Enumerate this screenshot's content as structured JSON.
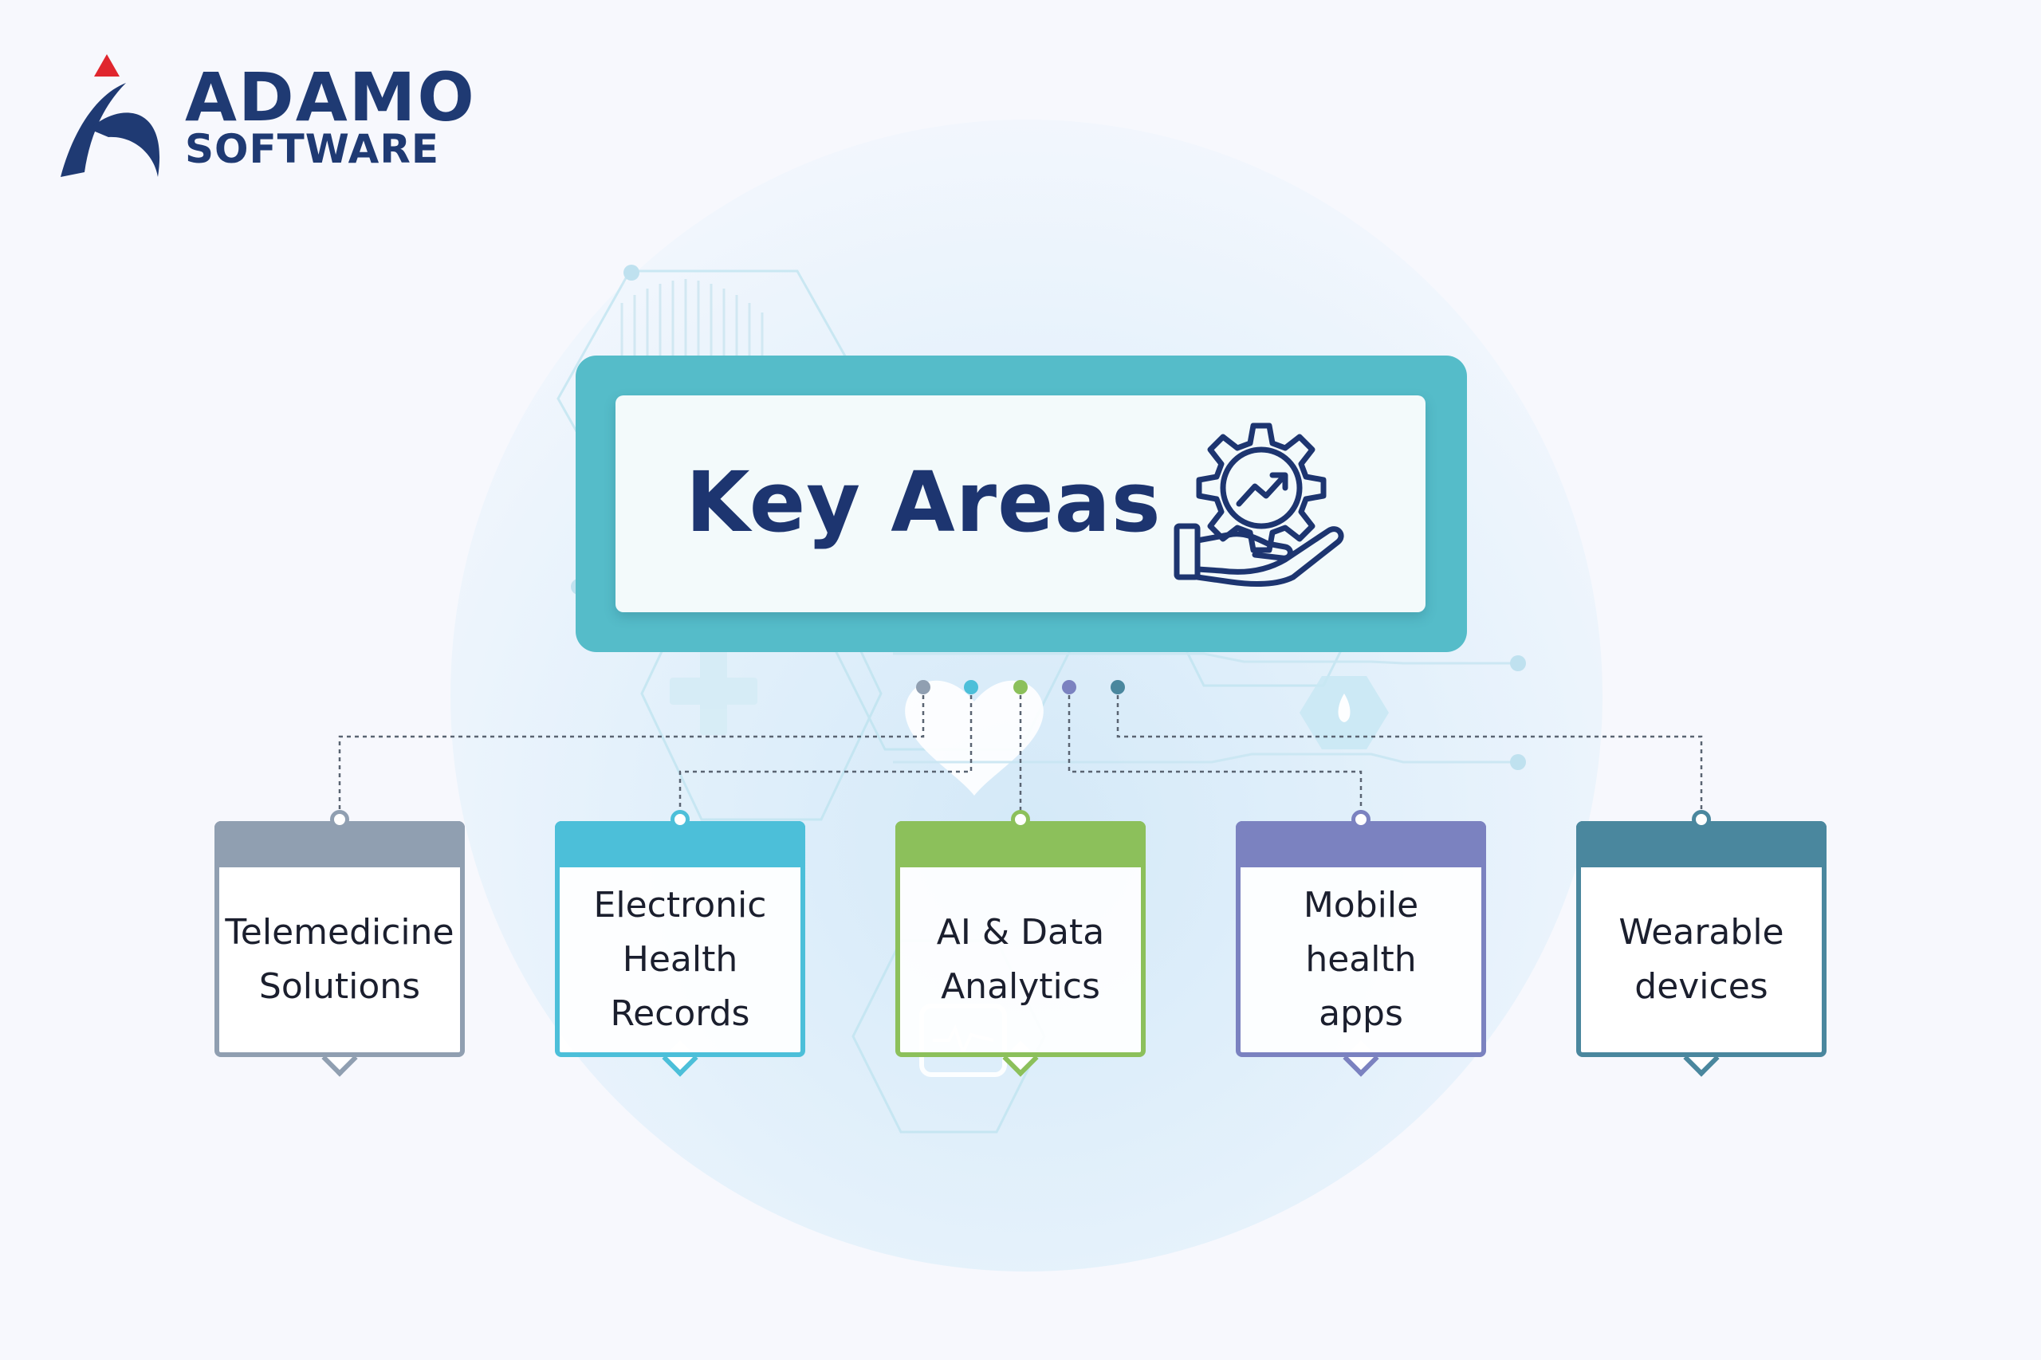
{
  "logo": {
    "line1": "ADAMO",
    "line2": "SOFTWARE"
  },
  "title": "Key Areas",
  "colors": {
    "navy": "#1f3a73",
    "teal_frame": "#55bcc9",
    "logo_red": "#e0262e"
  },
  "boxes": [
    {
      "label": "Telemedicine\nSolutions",
      "color": "#909fb1"
    },
    {
      "label": "Electronic\nHealth\nRecords",
      "color": "#4cbfd9"
    },
    {
      "label": "AI & Data\nAnalytics",
      "color": "#8cc05b"
    },
    {
      "label": "Mobile\nhealth\napps",
      "color": "#7b82c0"
    },
    {
      "label": "Wearable\ndevices",
      "color": "#4a879e"
    }
  ]
}
